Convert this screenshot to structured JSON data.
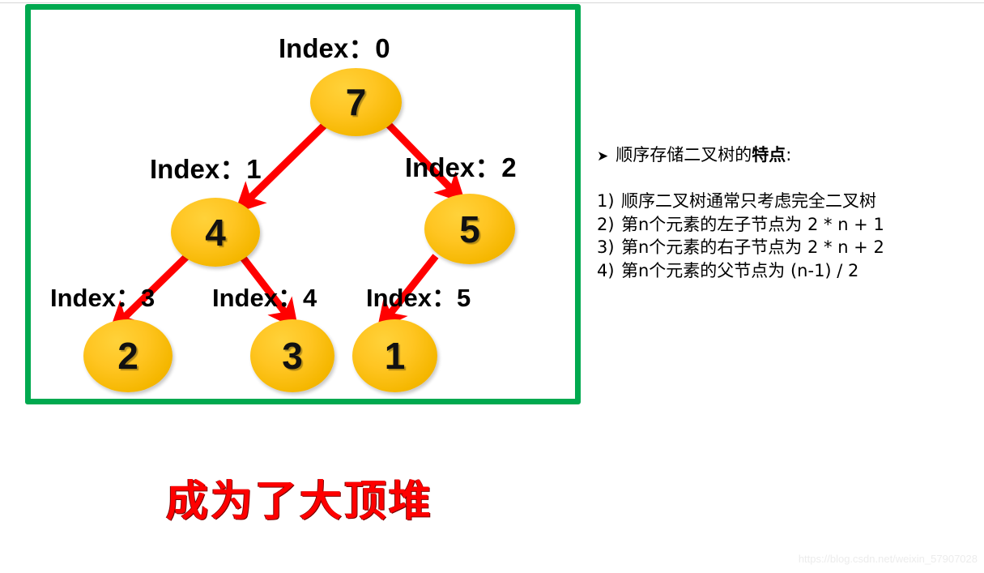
{
  "diagram": {
    "panel_border_color": "#00A94F",
    "node_fill_color": "#FFC522",
    "arrow_color": "#FF0000",
    "nodes": [
      {
        "id": "n0",
        "value": "7",
        "index_label": "Index：0"
      },
      {
        "id": "n1",
        "value": "4",
        "index_label": "Index：1"
      },
      {
        "id": "n2",
        "value": "5",
        "index_label": "Index：2"
      },
      {
        "id": "n3",
        "value": "2",
        "index_label": "Index：3"
      },
      {
        "id": "n4",
        "value": "3",
        "index_label": "Index：4"
      },
      {
        "id": "n5",
        "value": "1",
        "index_label": "Index：5"
      }
    ],
    "edges": [
      {
        "from": "n0",
        "to": "n1"
      },
      {
        "from": "n0",
        "to": "n2"
      },
      {
        "from": "n1",
        "to": "n3"
      },
      {
        "from": "n1",
        "to": "n4"
      },
      {
        "from": "n2",
        "to": "n5"
      }
    ]
  },
  "notes": {
    "bullet_glyph": "➤",
    "heading_prefix": "顺序存储二叉树的",
    "heading_highlight": "特点",
    "heading_suffix": ":",
    "items": [
      {
        "num": "1)",
        "text": "顺序二叉树通常只考虑完全二叉树"
      },
      {
        "num": "2)",
        "text": "第n个元素的左子节点为 2 * n + 1"
      },
      {
        "num": "3)",
        "text": "第n个元素的右子节点为 2 * n + 2"
      },
      {
        "num": "4)",
        "text": "第n个元素的父节点为 (n-1) / 2"
      }
    ]
  },
  "caption": {
    "text": "成为了大顶堆",
    "color": "#FF0000"
  },
  "watermark": {
    "text": "https://blog.csdn.net/weixin_57907028"
  }
}
